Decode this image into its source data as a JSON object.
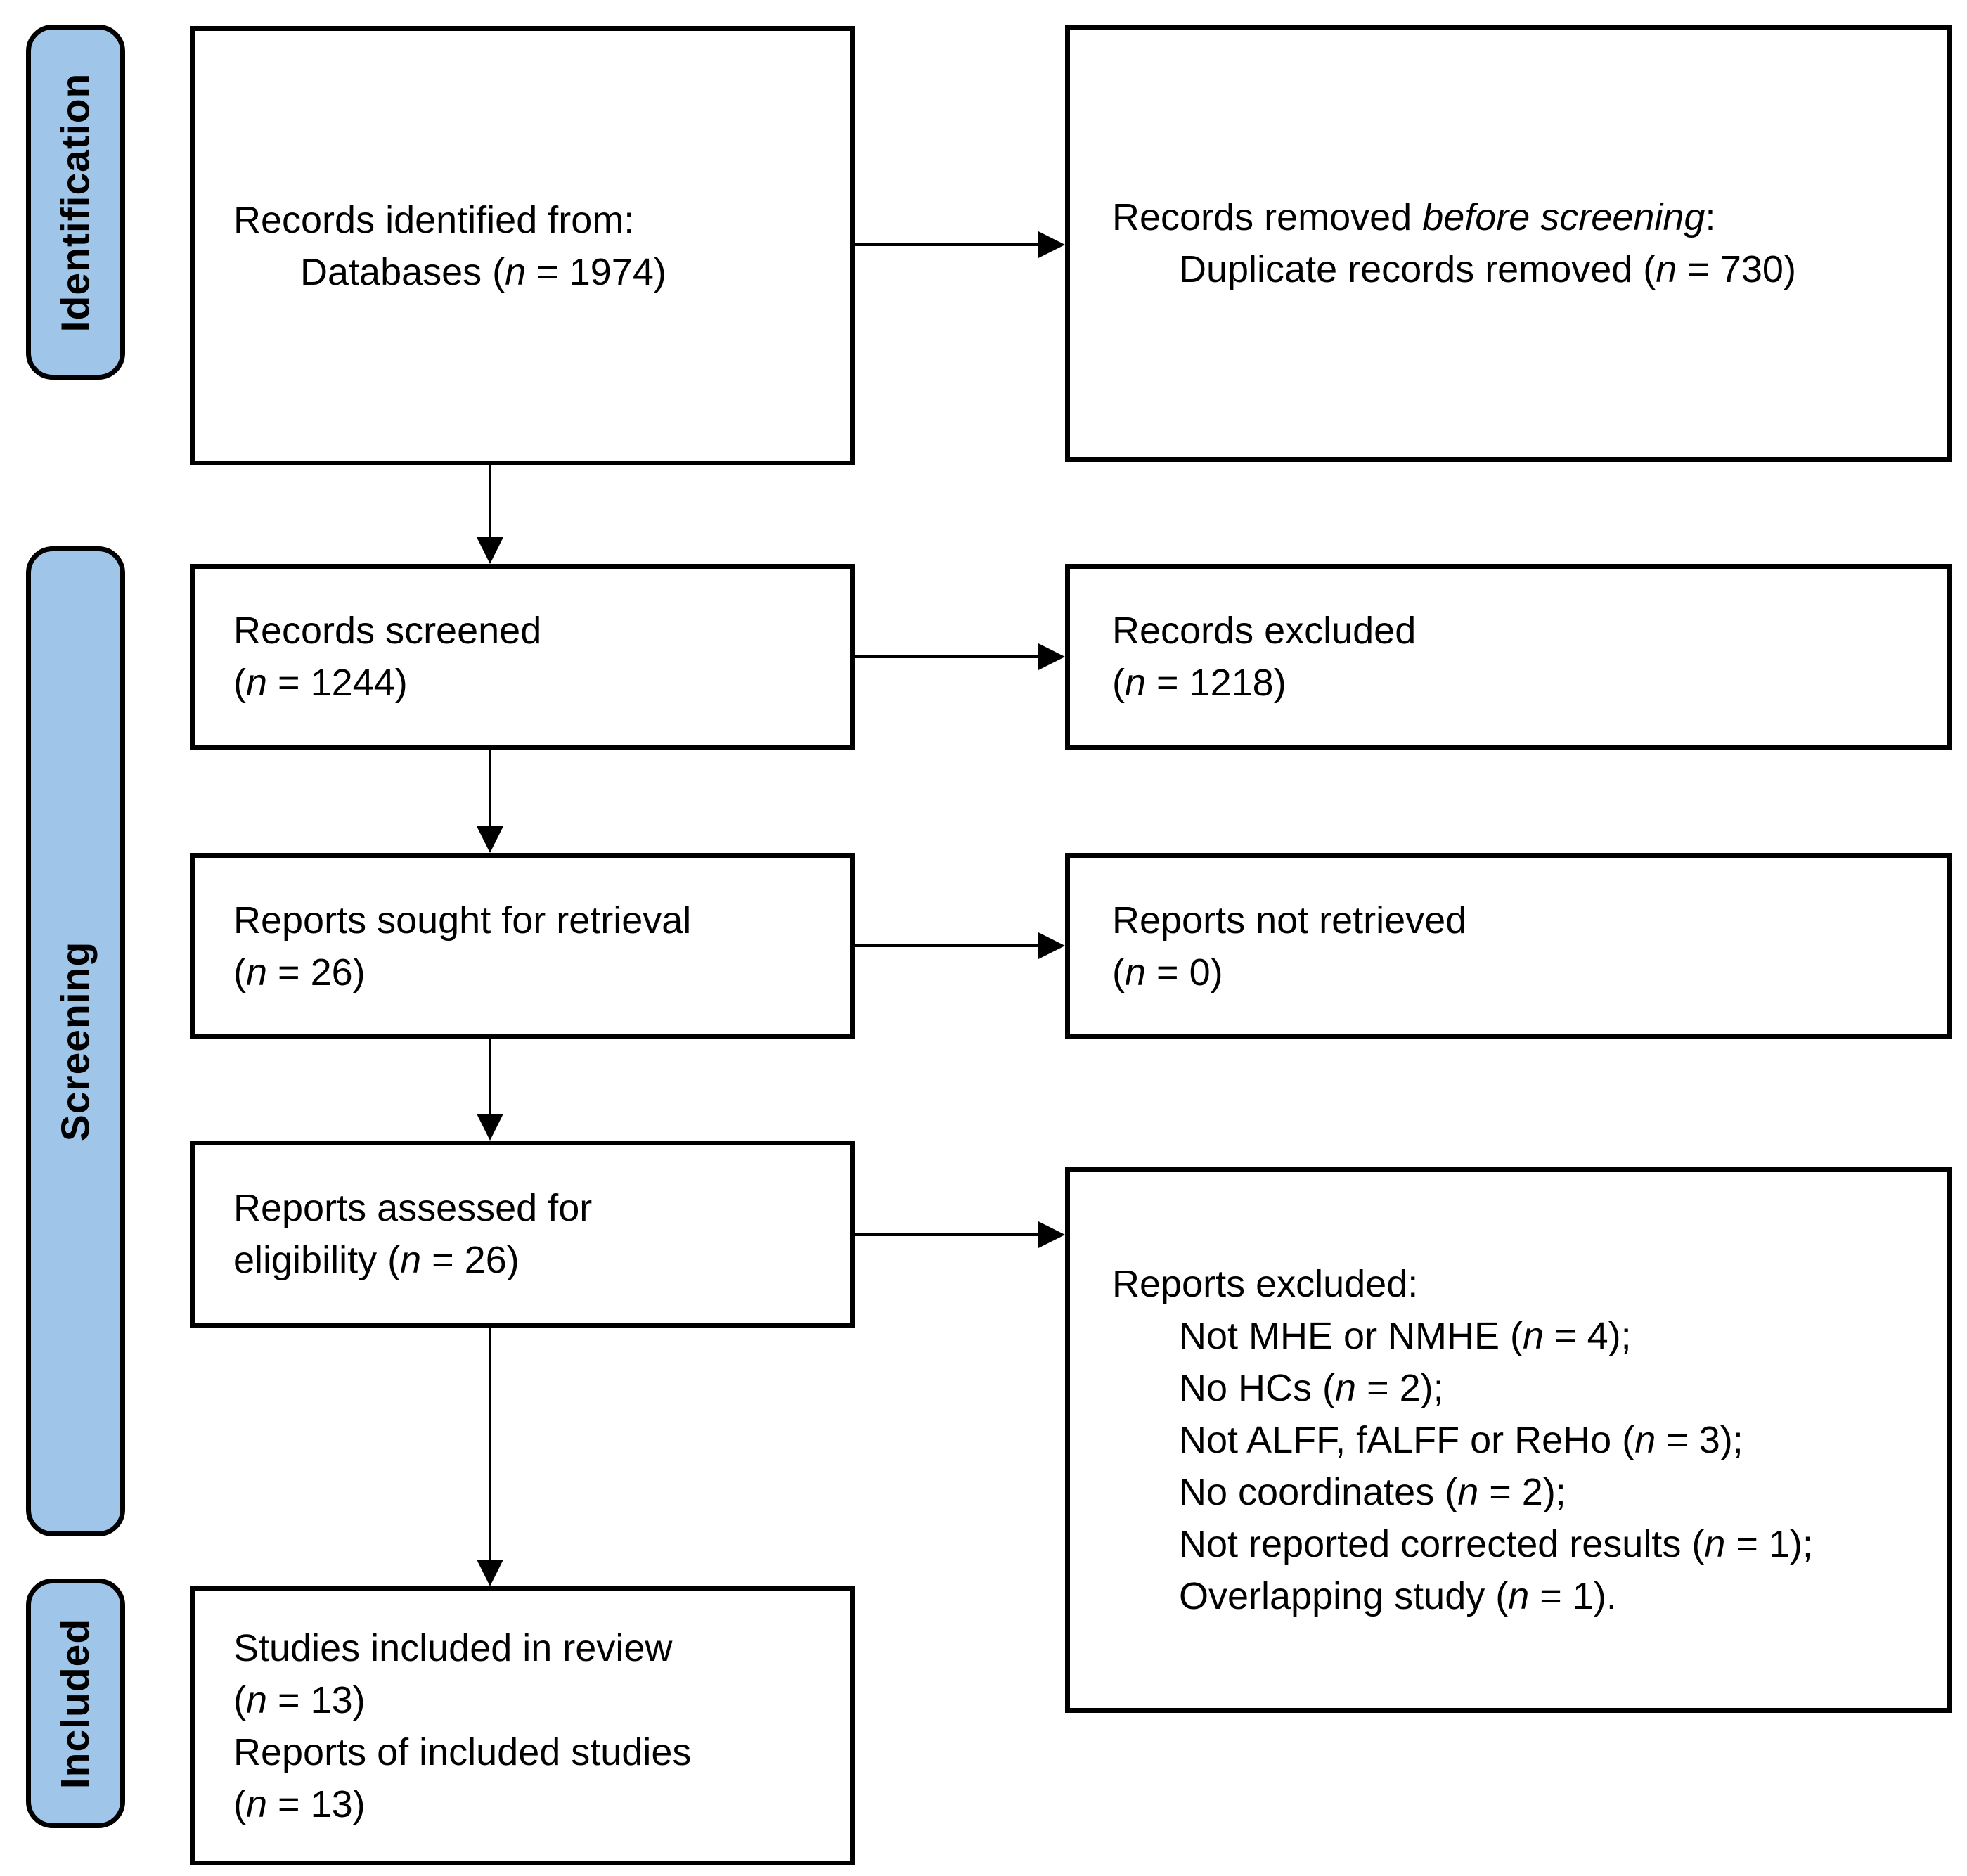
{
  "colors": {
    "stage_pill_fill": "#9fc5e8",
    "outline": "#000000",
    "box_fill": "#ffffff"
  },
  "sidebar": {
    "identification": "Identification",
    "screening": "Screening",
    "included": "Included"
  },
  "boxes": {
    "records_identified": {
      "line1": "Records identified from:",
      "line2_pre": "Databases (",
      "line2_it": "n",
      "line2_post": " = 1974)"
    },
    "records_removed": {
      "line1_pre": "Records removed ",
      "line1_it": "before screening",
      "line1_post": ":",
      "line2_pre": "Duplicate records removed (",
      "line2_it": "n",
      "line2_post": " = 730)"
    },
    "records_screened": {
      "line1": "Records screened",
      "line2_pre": "(",
      "line2_it": "n",
      "line2_post": " = 1244)"
    },
    "records_excluded": {
      "line1": "Records excluded",
      "line2_pre": "(",
      "line2_it": "n",
      "line2_post": " = 1218)"
    },
    "reports_sought": {
      "line1": "Reports sought for retrieval",
      "line2_pre": "(",
      "line2_it": "n",
      "line2_post": " = 26)"
    },
    "reports_not_retrieved": {
      "line1": "Reports not retrieved",
      "line2_pre": "(",
      "line2_it": "n",
      "line2_post": " = 0)"
    },
    "reports_assessed": {
      "line1": "Reports assessed for",
      "line2_pre": "eligibility (",
      "line2_it": "n",
      "line2_post": " = 26)"
    },
    "reports_excluded": {
      "title": "Reports excluded:",
      "items": [
        {
          "pre": "Not MHE or NMHE (",
          "it": "n",
          "post": " = 4);"
        },
        {
          "pre": "No HCs (",
          "it": "n",
          "post": " = 2);"
        },
        {
          "pre": "Not ALFF, fALFF or ReHo (",
          "it": "n",
          "post": " = 3);"
        },
        {
          "pre": "No coordinates (",
          "it": "n",
          "post": " = 2);"
        },
        {
          "pre": "Not reported corrected results (",
          "it": "n",
          "post": " = 1);"
        },
        {
          "pre": "Overlapping study (",
          "it": "n",
          "post": " = 1)."
        }
      ]
    },
    "studies_included": {
      "line1": "Studies included in review",
      "line2_pre": "(",
      "line2_it": "n",
      "line2_post": " = 13)",
      "line3": "Reports of included studies",
      "line4_pre": "(",
      "line4_it": "n",
      "line4_post": " = 13)"
    }
  }
}
